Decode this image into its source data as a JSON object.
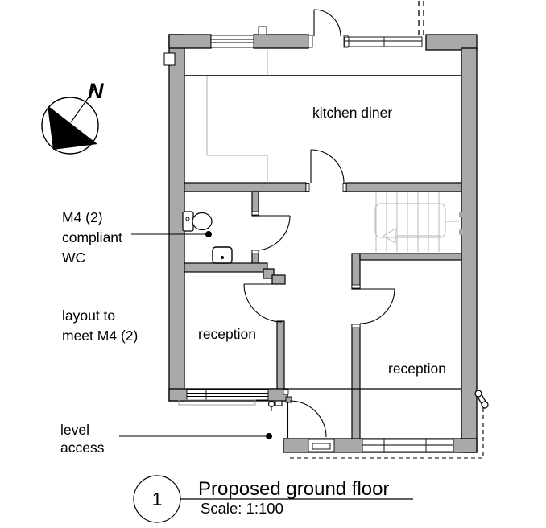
{
  "drawing": {
    "north_arrow": {
      "label": "N"
    },
    "rooms": {
      "kitchen": "kitchen diner",
      "reception_left": "reception",
      "reception_right": "reception"
    },
    "annotations": {
      "wc_note": {
        "lines": [
          "M4 (2)",
          "compliant",
          "WC"
        ]
      },
      "layout_note": {
        "lines": [
          "layout to",
          "meet M4 (2)"
        ]
      },
      "level_access": {
        "lines": [
          "level",
          "access"
        ]
      }
    },
    "title_block": {
      "number": "1",
      "title": "Proposed ground floor",
      "scale": "Scale: 1:100"
    },
    "colors": {
      "wall_fill": "#a9a9a9",
      "line": "#000000",
      "light_detail": "#c3c3c3",
      "counter_line": "#ababab",
      "background": "#ffffff"
    },
    "icons": {
      "north": "north-arrow-icon",
      "toilet": "toilet-icon",
      "sink": "sink-icon",
      "downpipe": "downpipe-icon",
      "stairs": "stairs-symbol"
    }
  }
}
